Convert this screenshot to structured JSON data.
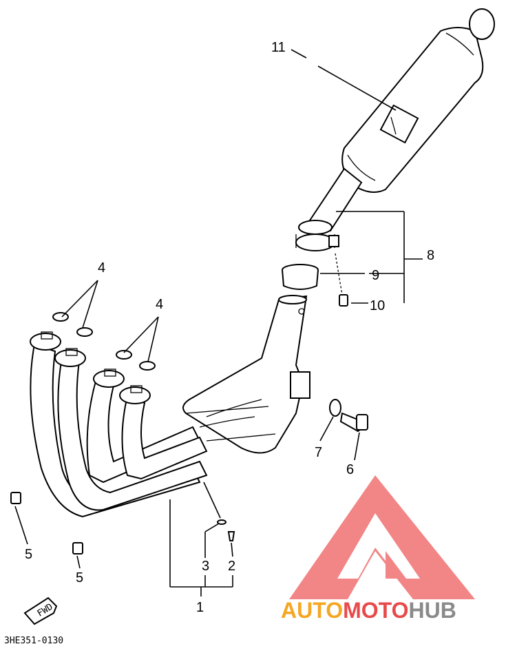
{
  "callouts": {
    "c1": "1",
    "c2": "2",
    "c3": "3",
    "c4a": "4",
    "c4b": "4",
    "c5a": "5",
    "c5b": "5",
    "c6": "6",
    "c7": "7",
    "c8": "8",
    "c9": "9",
    "c10": "10",
    "c11": "11"
  },
  "fwd_label": "FWD",
  "diagram_code": "3HE351-0130",
  "watermark": {
    "part1": "AUTO",
    "part2": "MOTO",
    "part3": "HUB",
    "color_orange": "#f5a623",
    "color_red": "#e84a4a",
    "color_gray": "#8a8a8a"
  }
}
